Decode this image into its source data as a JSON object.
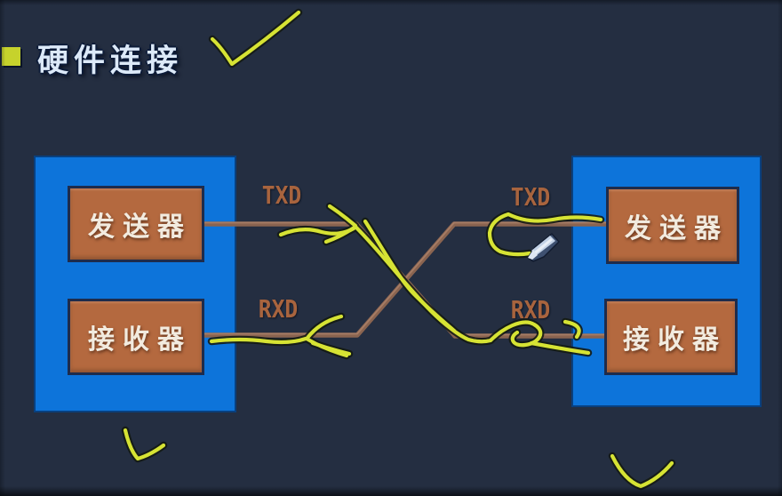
{
  "slide": {
    "title": "硬件连接",
    "colors": {
      "background": "#242e41",
      "device_blue": "#0d74da",
      "module_orange": "#b4693f",
      "module_border": "#1e2c4c",
      "module_text": "#f2ebdf",
      "wire": "#8a6450",
      "wire_highlight": "#aa8068",
      "signal_label": "#a8643e",
      "marker_yellow": "#d6e334",
      "marker_outline": "#141a12",
      "title_text": "#dce9f8",
      "bullet_yellow": "#c6d22c",
      "cursor_body": "#c3d2e6",
      "cursor_shade": "#3e5070",
      "cursor_tip": "#e9eff7"
    }
  },
  "devices": {
    "left": {
      "modules": [
        {
          "label": "发送器"
        },
        {
          "label": "接收器"
        }
      ]
    },
    "right": {
      "modules": [
        {
          "label": "发送器"
        },
        {
          "label": "接收器"
        }
      ]
    }
  },
  "signals": {
    "left": {
      "txd": "TXD",
      "rxd": "RXD"
    },
    "right": {
      "txd": "TXD",
      "rxd": "RXD"
    }
  },
  "annotation_icons": [
    "title-checkmark",
    "arrow-right-on-left-txd",
    "arrow-left-on-left-rxd",
    "cross-wire-trace",
    "right-txd-curl",
    "right-rxd-loop",
    "bottom-left-checkmark",
    "bottom-right-checkmark",
    "pencil-cursor"
  ]
}
